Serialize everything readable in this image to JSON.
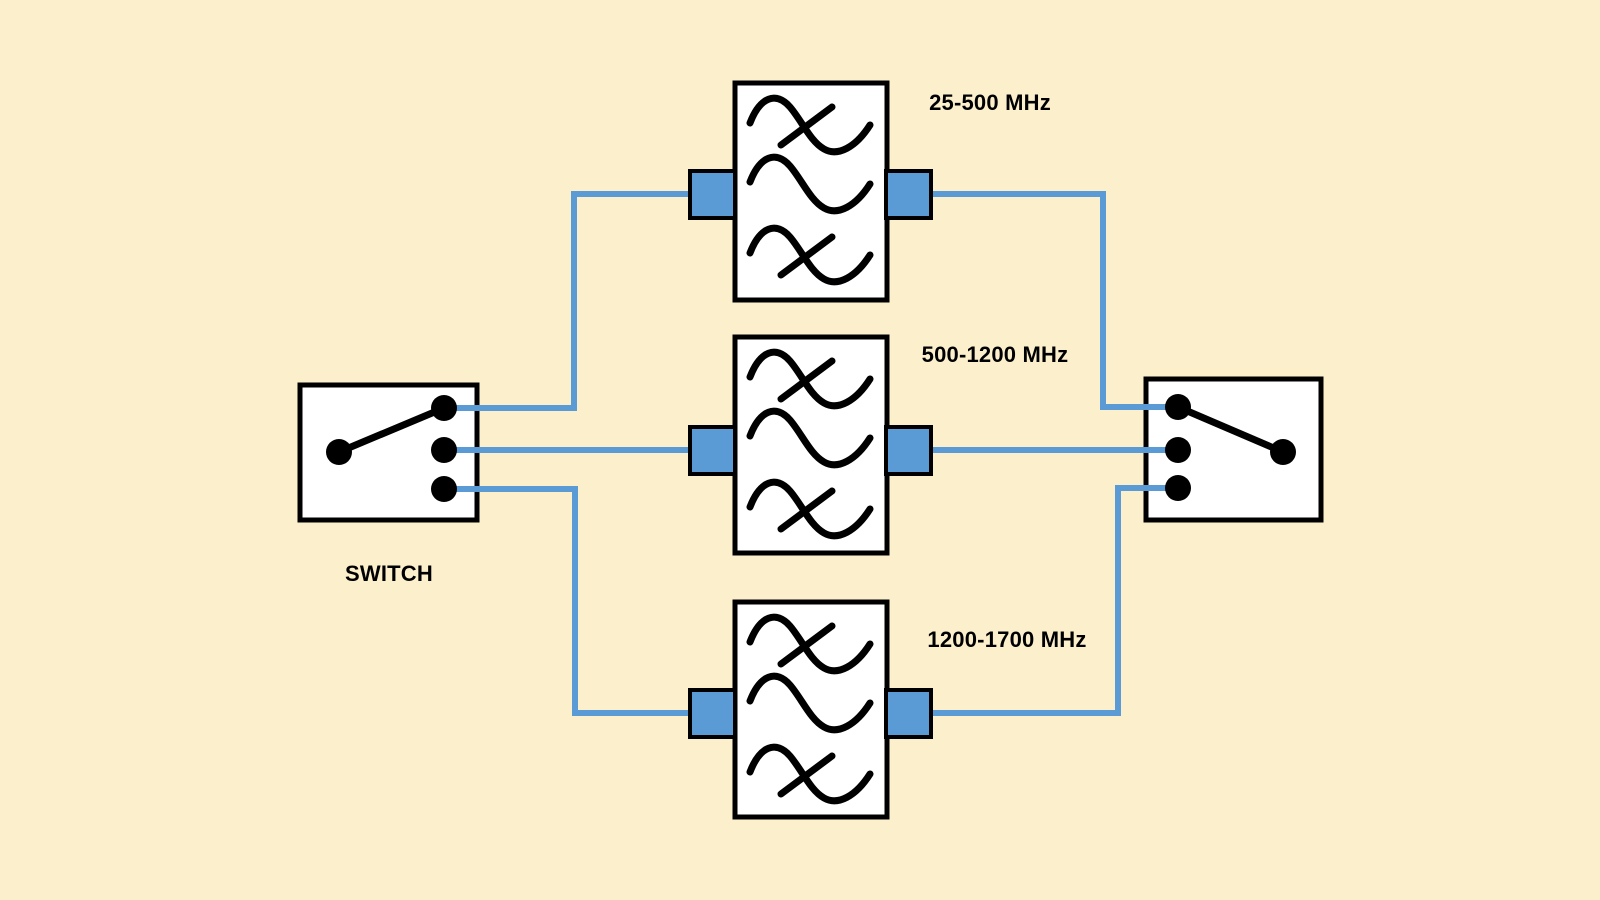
{
  "colors": {
    "background": "#FCF0CC",
    "wire_blue": "#5B9BD5",
    "box_fill": "#FFFFFF",
    "line_black": "#000000"
  },
  "input_switch": {
    "label": "SWITCH",
    "positions": 3,
    "selected_position": 1
  },
  "output_switch": {
    "positions": 3,
    "selected_position": 1
  },
  "filters": [
    {
      "label": "25-500 MHz"
    },
    {
      "label": "500-1200 MHz"
    },
    {
      "label": "1200-1700 MHz"
    }
  ]
}
